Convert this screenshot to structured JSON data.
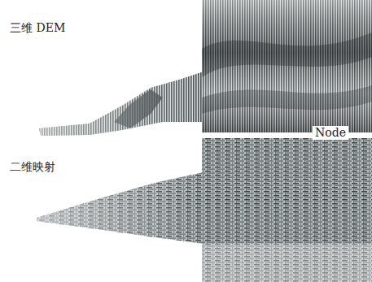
{
  "diagram": {
    "labels": [
      "三维 DEM",
      "Node",
      "二维映射"
    ]
  }
}
